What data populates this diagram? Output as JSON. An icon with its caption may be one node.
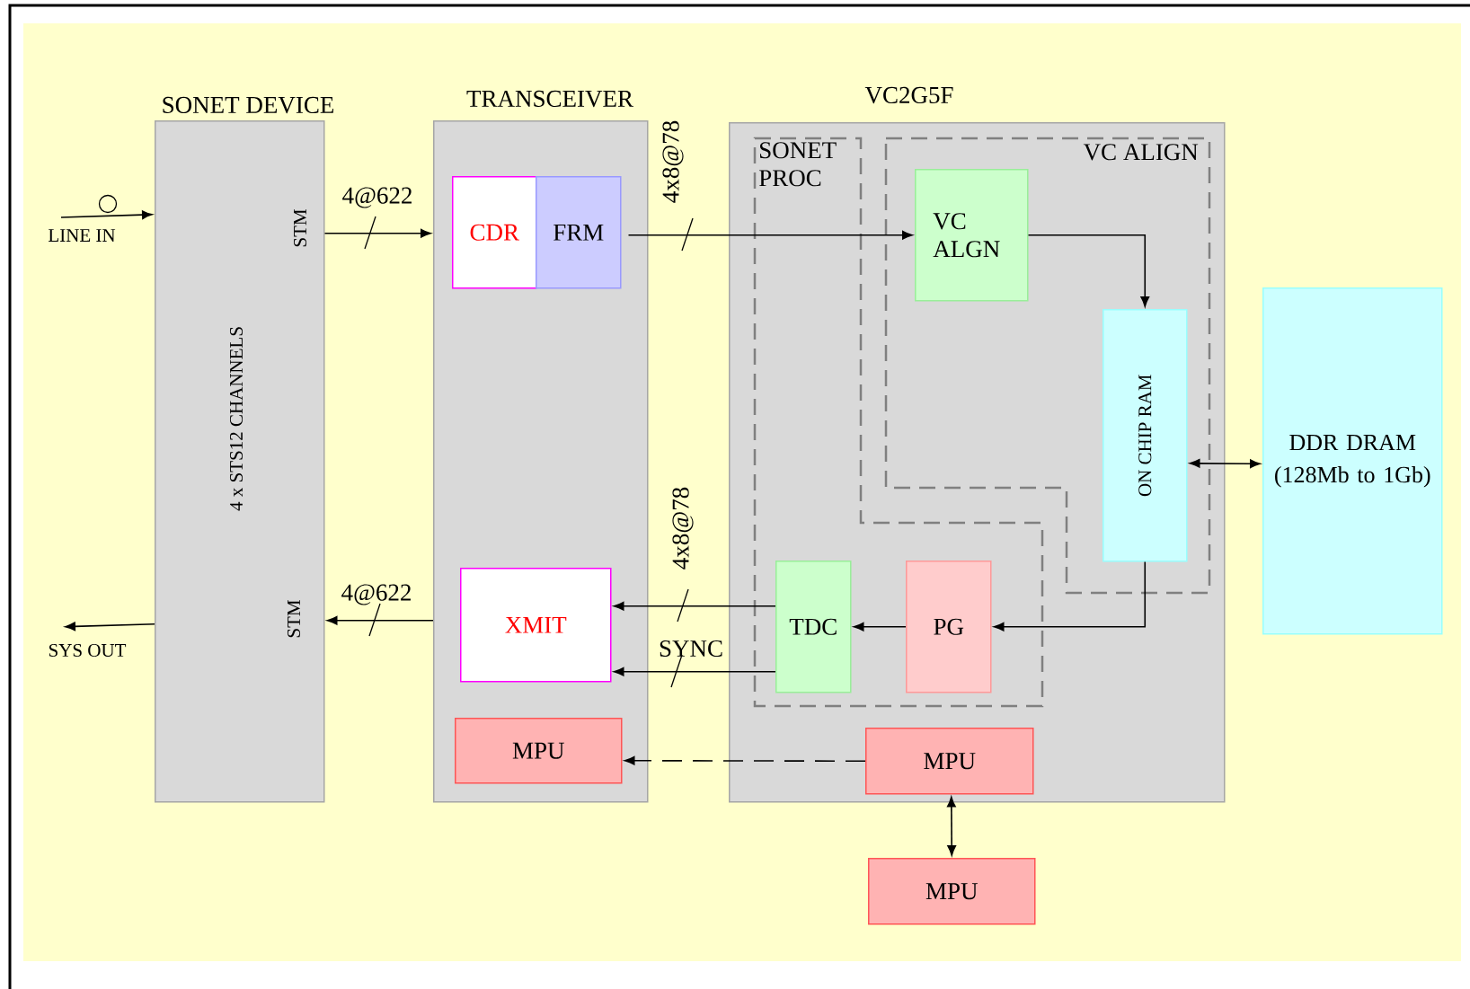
{
  "diagram": {
    "nodes": [
      {
        "text": [
          "SONET DEVICE",
          "STM",
          "4 x STS12 CHANNELS",
          "STM"
        ]
      },
      {
        "text": [
          "TRANSCEIVER"
        ]
      },
      {
        "text": [
          "CDR"
        ],
        "in": 1
      },
      {
        "text": [
          "FRM"
        ],
        "in": 1
      },
      {
        "text": [
          "XMIT"
        ],
        "in": 1
      },
      {
        "text": [
          "MPU"
        ],
        "in": 1
      },
      {
        "text": [
          "VC2G5F"
        ]
      },
      {
        "text": [
          "SONET PROC"
        ],
        "in": 6
      },
      {
        "text": [
          "VC ALIGN"
        ],
        "in": 6
      },
      {
        "text": [
          "VC ALGN"
        ],
        "in": 8
      },
      {
        "text": [
          "ON CHIP RAM"
        ],
        "in": 8
      },
      {
        "text": [
          "TDC"
        ],
        "in": 7
      },
      {
        "text": [
          "PG"
        ],
        "in": 7
      },
      {
        "text": [
          "MPU"
        ],
        "in": 6
      },
      {
        "text": [
          "DDR DRAM (128Mb to 1Gb)"
        ]
      },
      {
        "text": [
          "MPU"
        ]
      },
      {
        "text": [
          "LINE IN"
        ]
      },
      {
        "text": [
          "SYS OUT"
        ]
      }
    ],
    "edges": [
      {
        "from": 16,
        "to": 0,
        "arrow": "to"
      },
      {
        "from": 0,
        "to": 1,
        "arrow": "to",
        "label": "4@622"
      },
      {
        "from": 3,
        "to": 9,
        "arrow": "to",
        "label": "4x8@78"
      },
      {
        "from": 9,
        "to": 10,
        "arrow": "to"
      },
      {
        "from": 10,
        "to": 14,
        "arrow": "both"
      },
      {
        "from": 10,
        "to": 12,
        "arrow": "to"
      },
      {
        "from": 12,
        "to": 11,
        "arrow": "to"
      },
      {
        "from": 11,
        "to": 4,
        "arrow": "to",
        "label": "4x8@78"
      },
      {
        "from": 11,
        "to": 4,
        "arrow": "to",
        "label": "SYNC"
      },
      {
        "from": 13,
        "to": 5,
        "arrow": "to",
        "style": "dashed"
      },
      {
        "from": 13,
        "to": 15,
        "arrow": "both"
      },
      {
        "from": 1,
        "to": 0,
        "arrow": "to",
        "label": "4@622"
      },
      {
        "from": 0,
        "to": 17,
        "arrow": "to"
      }
    ]
  }
}
